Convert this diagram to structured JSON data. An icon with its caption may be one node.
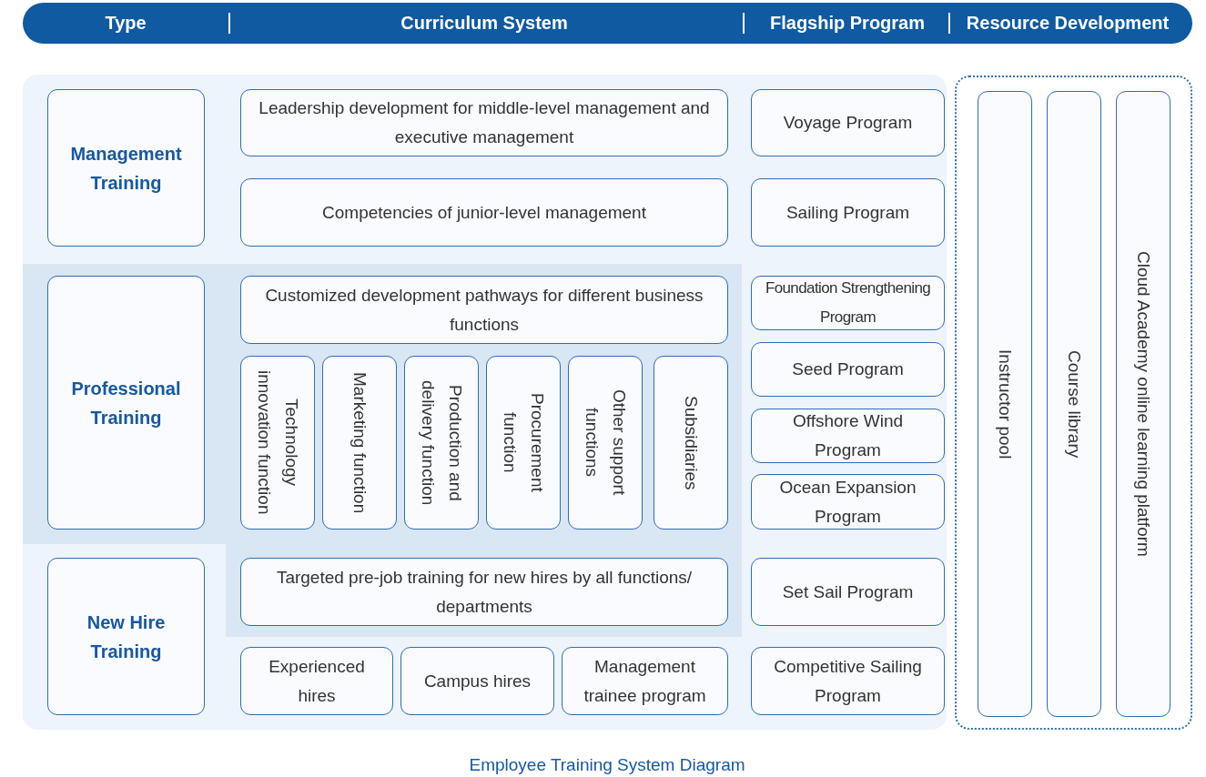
{
  "diagram": {
    "caption": "Employee Training System Diagram",
    "nodes": [
      {
        "text": [
          "Type",
          "Curriculum System",
          "Flagship Program",
          "Resource Development"
        ]
      },
      {
        "text": [
          "Management Training"
        ]
      },
      {
        "text": [
          "Leadership development for middle-level management and executive management"
        ]
      },
      {
        "text": [
          "Voyage Program"
        ]
      },
      {
        "text": [
          "Competencies of junior-level management"
        ]
      },
      {
        "text": [
          "Sailing Program"
        ]
      },
      {
        "text": [
          "Professional Training"
        ]
      },
      {
        "text": [
          "Customized development pathways for different business functions"
        ]
      },
      {
        "text": [
          "Foundation Strengthening Program"
        ]
      },
      {
        "text": [
          "Technology innovation function"
        ]
      },
      {
        "text": [
          "Marketing function"
        ]
      },
      {
        "text": [
          "Production and delivery function"
        ]
      },
      {
        "text": [
          "Procurement function"
        ]
      },
      {
        "text": [
          "Other support functions"
        ]
      },
      {
        "text": [
          "Subsidiaries"
        ]
      },
      {
        "text": [
          "Seed Program"
        ]
      },
      {
        "text": [
          "Offshore Wind Program"
        ]
      },
      {
        "text": [
          "Ocean Expansion Program"
        ]
      },
      {
        "text": [
          "New Hire Training"
        ]
      },
      {
        "text": [
          "Targeted pre-job training for new hires by all functions/ departments"
        ]
      },
      {
        "text": [
          "Set Sail Program"
        ]
      },
      {
        "text": [
          "Experienced hires"
        ]
      },
      {
        "text": [
          "Campus hires"
        ]
      },
      {
        "text": [
          "Management trainee program"
        ]
      },
      {
        "text": [
          "Competitive Sailing Program"
        ]
      },
      {
        "text": [],
        "shape": "box"
      },
      {
        "text": [
          "Instructor pool"
        ],
        "in": 25
      },
      {
        "text": [
          "Course library"
        ],
        "in": 25
      },
      {
        "text": [
          "Cloud Academy online learning platform"
        ],
        "in": 25
      }
    ]
  }
}
